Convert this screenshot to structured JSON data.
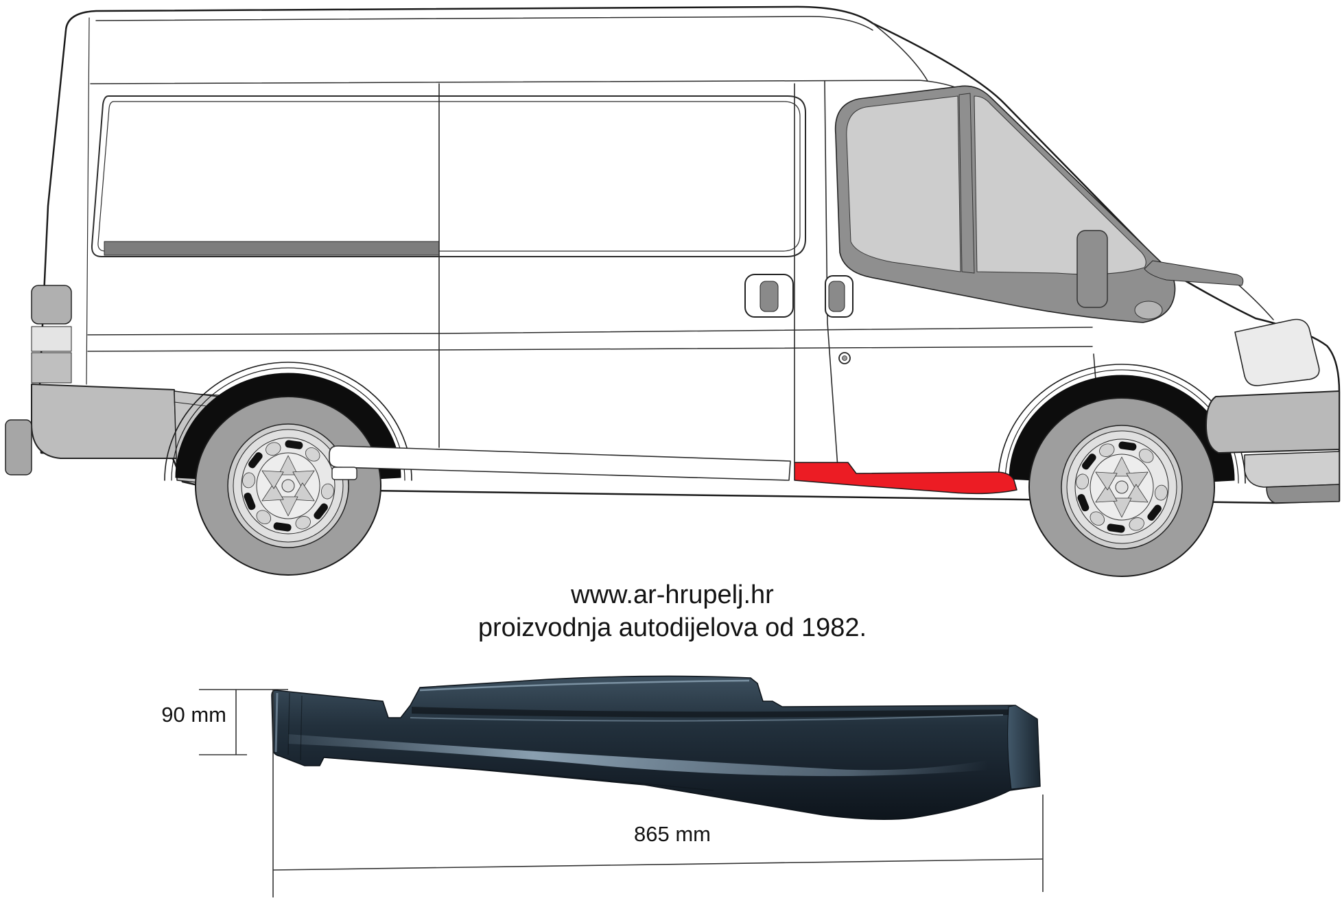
{
  "branding": {
    "website": "www.ar-hrupelj.hr",
    "tagline": "proizvodnja autodijelova od 1982."
  },
  "diagram": {
    "vehicle": "transit-van-side-view",
    "highlighted_part": "front-door-rocker-sill",
    "highlight_color": "#ec1c24"
  },
  "part": {
    "height_label": "90 mm",
    "width_label": "865 mm",
    "body_color": "#1f2a33"
  }
}
